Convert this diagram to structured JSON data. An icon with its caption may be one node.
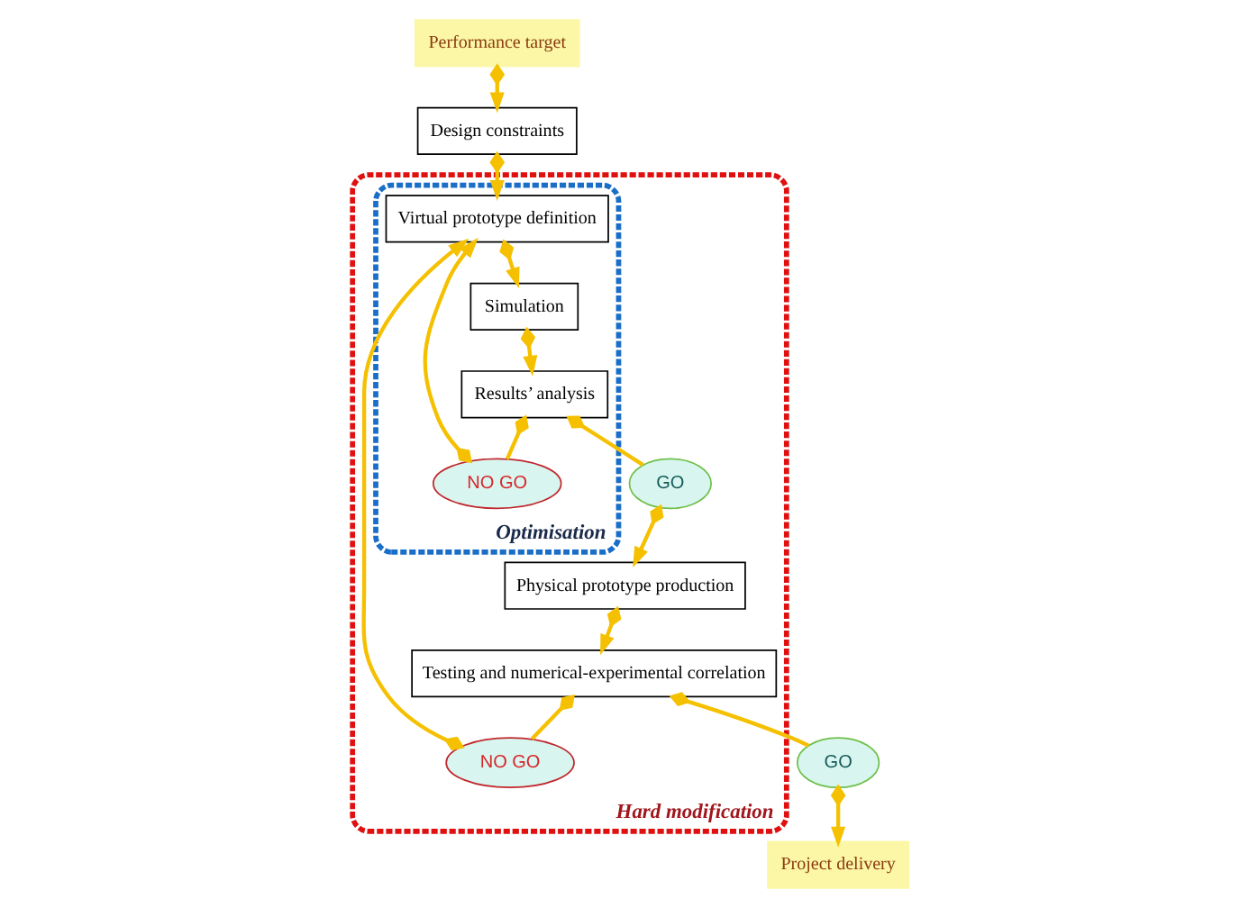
{
  "diagram": {
    "nodes": [
      {
        "text": [
          "Performance target"
        ]
      },
      {
        "text": [
          "Design constraints"
        ]
      },
      {
        "text": [
          "Project delivery"
        ]
      },
      {
        "text": [
          "GO"
        ]
      },
      {
        "text": [
          "Hard modification"
        ]
      },
      {
        "text": [
          "Testing and numerical-experimental correlation"
        ],
        "in": 4
      },
      {
        "text": [
          "NO GO"
        ],
        "in": 4
      },
      {
        "text": [
          "Optimisation"
        ],
        "in": 4
      },
      {
        "text": [
          "Virtual prototype definition"
        ],
        "in": 7
      },
      {
        "text": [
          "Physical prototype production"
        ],
        "in": 4
      },
      {
        "text": [
          "NO GO"
        ],
        "in": 7
      },
      {
        "text": [
          "Results’ analysis"
        ],
        "in": 7
      },
      {
        "text": [
          "Simulation"
        ],
        "in": 7
      },
      {
        "text": [
          "GO"
        ],
        "in": 4
      }
    ],
    "edges": [
      {
        "from": 0,
        "to": 1,
        "arrow": "to"
      },
      {
        "from": 1,
        "to": 8,
        "arrow": "to"
      },
      {
        "from": 8,
        "to": 12,
        "arrow": "to"
      },
      {
        "from": 12,
        "to": 11,
        "arrow": "to"
      },
      {
        "from": 11,
        "to": 10,
        "arrow": "other"
      },
      {
        "from": 10,
        "to": 8,
        "arrow": "to"
      },
      {
        "from": 11,
        "to": 13,
        "arrow": "other"
      },
      {
        "from": 13,
        "to": 9,
        "arrow": "to"
      },
      {
        "from": 9,
        "to": 5,
        "arrow": "to"
      },
      {
        "from": 5,
        "to": 6,
        "arrow": "other"
      },
      {
        "from": 6,
        "to": 8,
        "arrow": "to"
      },
      {
        "from": 5,
        "to": 3,
        "arrow": "other"
      },
      {
        "from": 3,
        "to": 2,
        "arrow": "to"
      }
    ]
  }
}
